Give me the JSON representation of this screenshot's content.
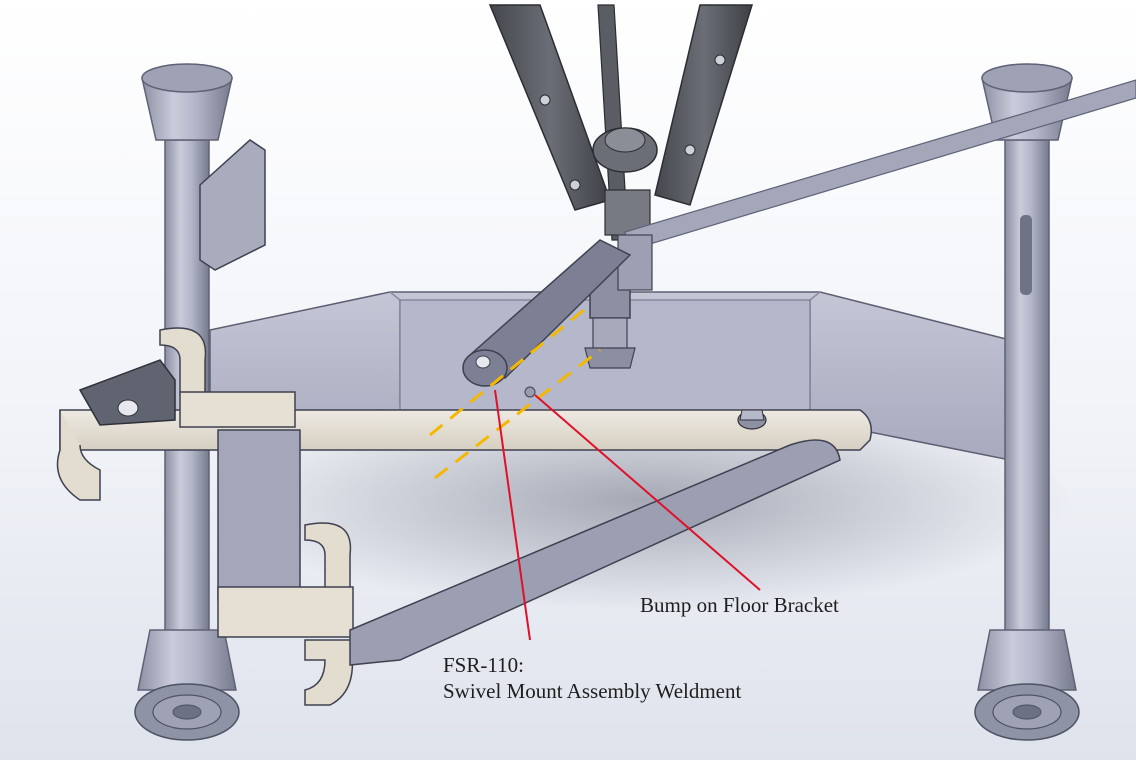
{
  "callouts": {
    "bump_label": "Bump on Floor Bracket",
    "fsr_line1": "FSR-110:",
    "fsr_line2": "Swivel Mount Assembly Weldment"
  },
  "colors": {
    "background_top": "#ffffff",
    "background_bottom": "#dfe3ec",
    "tube": "#b9bccd",
    "tube_dark": "#7f8397",
    "dark_metal": "#55585f",
    "bracket": "#e6e0d4",
    "callout_line": "#e0102a",
    "guide_dash": "#f5b800"
  }
}
